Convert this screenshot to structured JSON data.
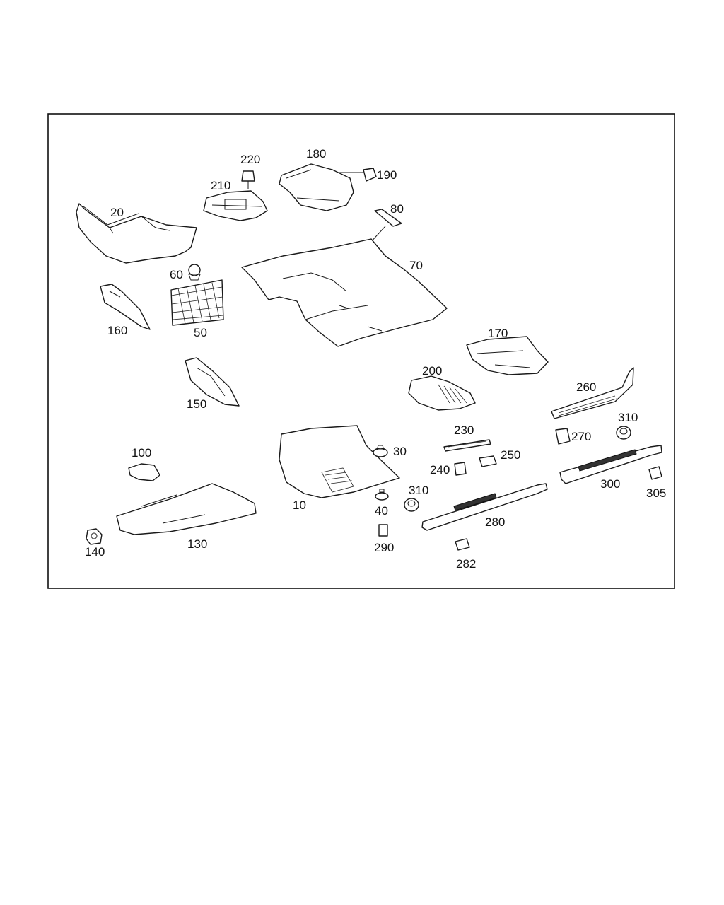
{
  "callouts": {
    "p10": "10",
    "p20": "20",
    "p30": "30",
    "p40": "40",
    "p50": "50",
    "p60": "60",
    "p70": "70",
    "p80": "80",
    "p100": "100",
    "p130": "130",
    "p140": "140",
    "p150": "150",
    "p160": "160",
    "p170": "170",
    "p180": "180",
    "p190": "190",
    "p200": "200",
    "p210": "210",
    "p220": "220",
    "p230": "230",
    "p240": "240",
    "p250": "250",
    "p260": "260",
    "p270": "270",
    "p280": "280",
    "p282": "282",
    "p290": "290",
    "p300": "300",
    "p305": "305",
    "p310a": "310",
    "p310b": "310"
  },
  "colors": {
    "line": "#1a1a1a",
    "background": "#ffffff"
  }
}
